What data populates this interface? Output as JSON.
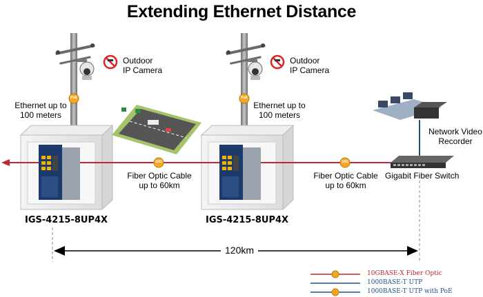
{
  "title": "Extending Ethernet Distance",
  "camera_label_1": "Outdoor",
  "camera_label_2": "IP Camera",
  "ethernet_label_1": "Ethernet up to",
  "ethernet_label_2": "100 meters",
  "fiber_label_1": "Fiber Optic Cable",
  "fiber_label_2": "up to 60km",
  "poe_badge": "PoE",
  "tenG_badge": "10G",
  "switch_model": "IGS-4215-8UP4X",
  "nvr_label_1": "Network Video",
  "nvr_label_2": "Recorder",
  "gigabit_switch_label": "Gigabit Fiber Switch",
  "distance_label": "120km",
  "legend": [
    {
      "label": "10GBASE-X Fiber Optic",
      "color": "#c0282d",
      "marker": "10G"
    },
    {
      "label": "1000BASE-T UTP",
      "color": "#1f4e8c",
      "marker": ""
    },
    {
      "label": "1000BASE-T UTP with PoE",
      "color": "#1f4e8c",
      "marker": "PoE"
    }
  ],
  "colors": {
    "fiber": "#c0282d",
    "utp": "#1f4e8c",
    "badge": "#f5a623",
    "pole": "#8a8a8a",
    "switch_body": "#1c3a6b"
  }
}
